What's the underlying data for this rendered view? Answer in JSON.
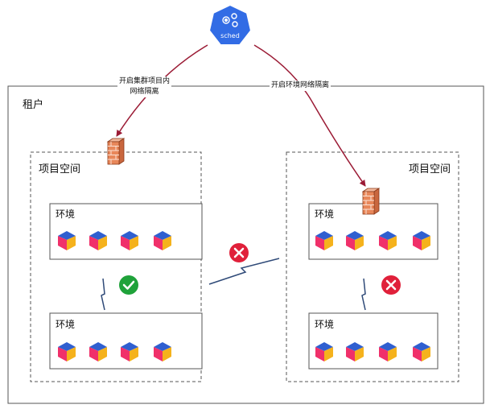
{
  "logo": {
    "text": "sched"
  },
  "tenant": {
    "label": "租户"
  },
  "edges": {
    "left_line1": "开启集群项目内",
    "left_line2": "网络隔离",
    "right": "开启环境网络隔离"
  },
  "projects": [
    {
      "label": "项目空间",
      "envs": [
        {
          "label": "环境"
        },
        {
          "label": "环境"
        }
      ]
    },
    {
      "label": "项目空间",
      "envs": [
        {
          "label": "环境"
        },
        {
          "label": "环境"
        }
      ]
    }
  ],
  "colors": {
    "arrow": "#9b1b35",
    "logo": "#326ce5",
    "ok": "#1fa23a",
    "blocked": "#e0203a",
    "border": "#555555",
    "lightning": "#2f4a78"
  },
  "icons": {
    "pod": "pod-cube-icon",
    "firewall": "firewall-icon",
    "ok": "check-circle-icon",
    "blocked": "x-circle-icon",
    "link": "lightning-link-icon"
  }
}
